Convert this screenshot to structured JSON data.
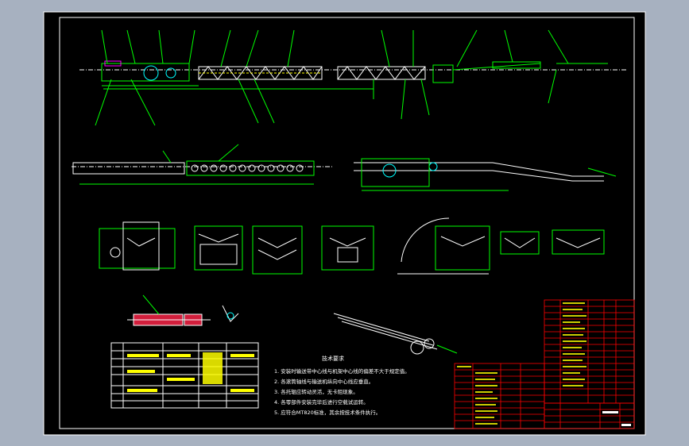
{
  "tech_requirements": {
    "title": "技术要求",
    "lines": [
      "1. 安装时输送带中心线与机架中心线的偏差不大于规定值。",
      "2. 各滚筒轴线与输送机纵向中心线应垂直。",
      "3. 各托辊应转动灵活，无卡阻现象。",
      "4. 各零部件安装完毕后进行空载试运转。",
      "5. 应符合MT820标准，其余按技术条件执行。"
    ]
  },
  "colors": {
    "background": "#a7b1c0",
    "drawing": "#000000",
    "frame": "#ffffff",
    "lines_green": "#00ff00",
    "lines_yellow": "#ffff00",
    "lines_cyan": "#00ffff",
    "lines_red": "#ff0000",
    "belt_fill": "#d21e3c"
  }
}
